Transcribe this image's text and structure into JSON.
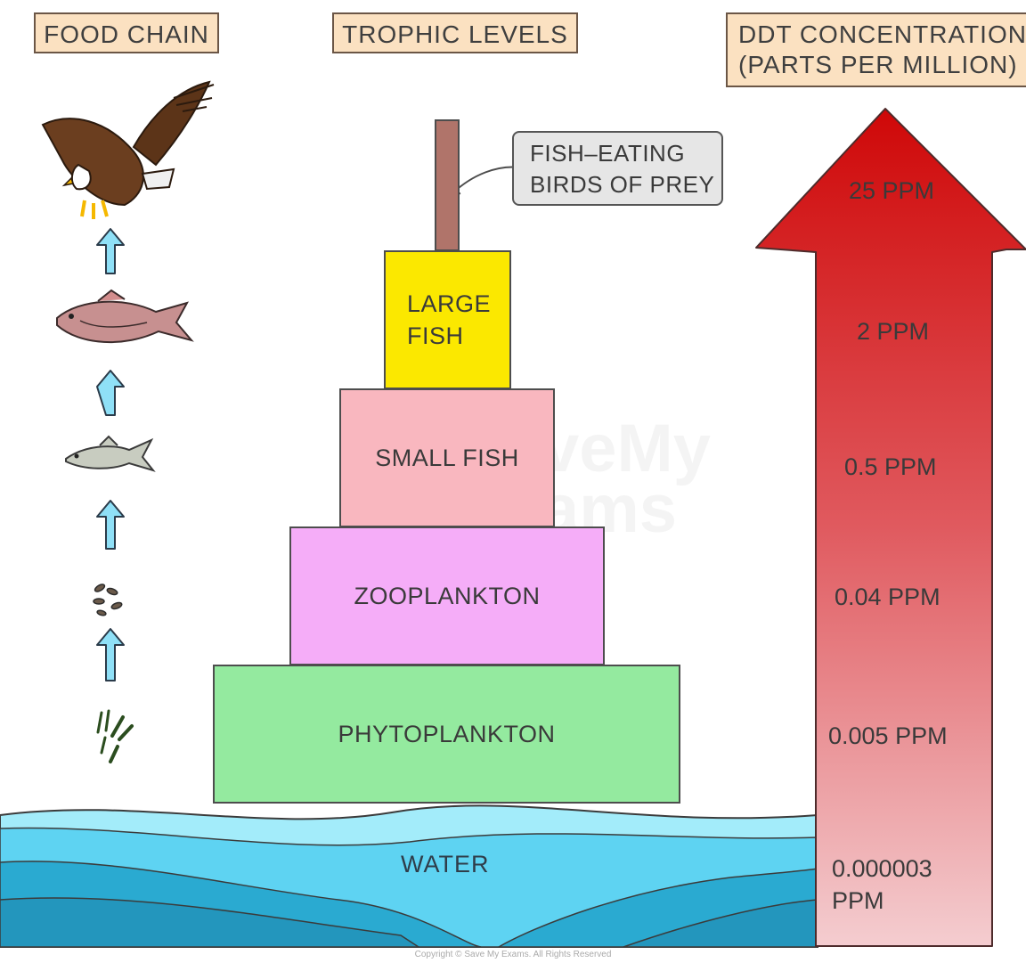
{
  "headers": {
    "food_chain": "FOOD CHAIN",
    "trophic_levels": "TROPHIC LEVELS",
    "ddt_line1": "DDT CONCENTRATION",
    "ddt_line2": "(PARTS PER MILLION)"
  },
  "pyramid": {
    "large_fish_line1": "LARGE",
    "large_fish_line2": "FISH",
    "small_fish": "SMALL FISH",
    "zooplankton": "ZOOPLANKTON",
    "phytoplankton": "PHYTOPLANKTON"
  },
  "callout": {
    "line1": "FISH–EATING",
    "line2": "BIRDS OF PREY"
  },
  "water": "WATER",
  "ddt_levels": [
    "25 PPM",
    "2 PPM",
    "0.5 PPM",
    "0.04 PPM",
    "0.005 PPM"
  ],
  "ddt_water_line1": "0.000003",
  "ddt_water_line2": "PPM",
  "watermark_line1": "SaveMy",
  "watermark_line2": "Exams",
  "copyright": "Copyright © Save My Exams. All Rights Reserved",
  "colors": {
    "header_bg": "#fbe1c1",
    "bird_bar": "#b0746a",
    "large_fish": "#fbe800",
    "small_fish": "#f9b7bf",
    "zooplankton": "#f5adf8",
    "phytoplankton": "#94ea9f",
    "arrow_top": "#cf0808",
    "arrow_bottom": "#f4cdd0",
    "water_light": "#a3ecfa",
    "water_mid": "#5ed3f2",
    "water_dark": "#2396bd",
    "food_chain_arrow": "#8fe0f7"
  },
  "icons": [
    "eagle-icon",
    "large-fish-icon",
    "small-fish-icon",
    "zooplankton-icon",
    "phytoplankton-icon",
    "up-arrow-icon"
  ]
}
